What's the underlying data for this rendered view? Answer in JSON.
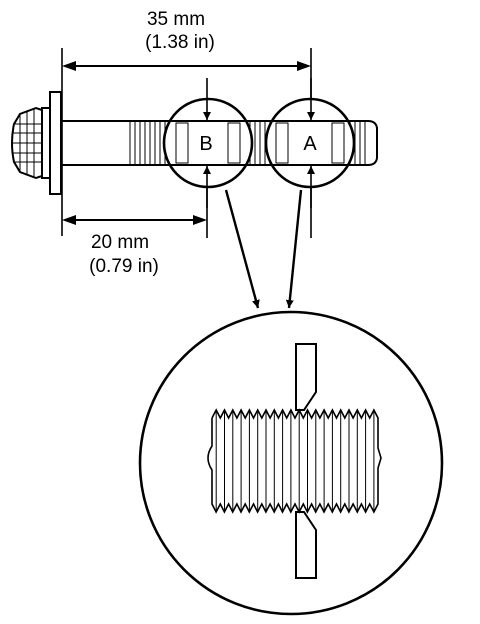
{
  "dimension_top": {
    "value": "35 mm",
    "imperial": "(1.38 in)"
  },
  "dimension_bottom": {
    "value": "20 mm",
    "imperial": "(0.79 in)"
  },
  "points": {
    "a": "A",
    "b": "B"
  },
  "colors": {
    "line": "#000000",
    "background": "#ffffff"
  }
}
